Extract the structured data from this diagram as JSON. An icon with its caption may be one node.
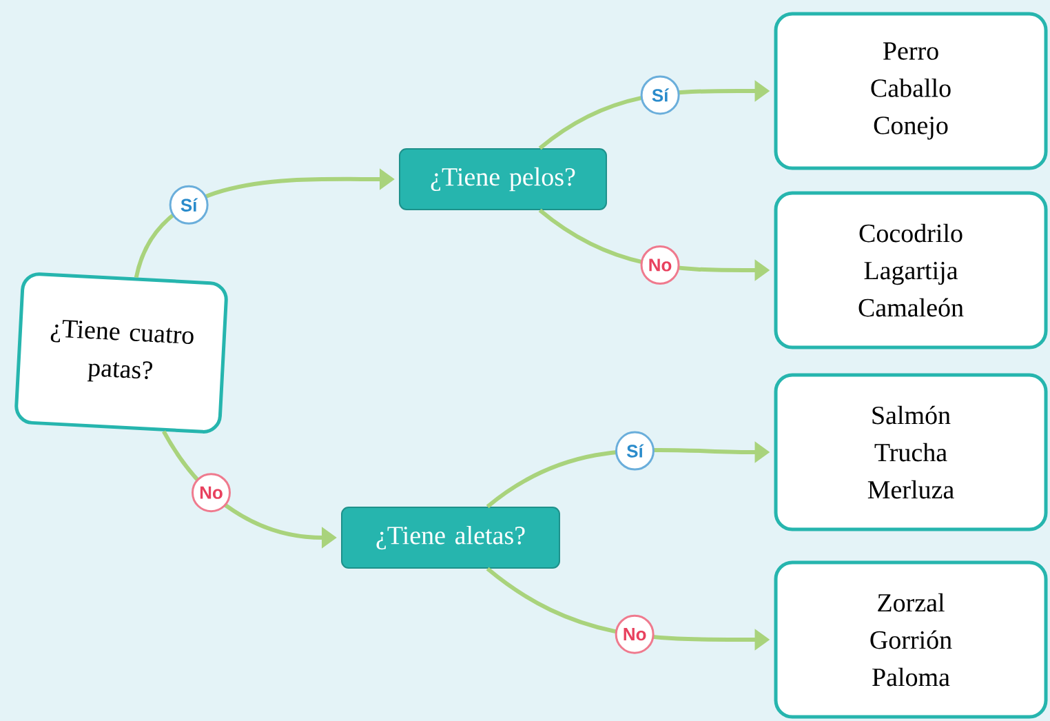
{
  "diagram": {
    "nodes": [
      {
        "text": [
          "¿Tiene cuatro patas?"
        ]
      },
      {
        "text": [
          "¿Tiene pelos?"
        ]
      },
      {
        "text": [
          "¿Tiene aletas?"
        ]
      },
      {
        "text": [
          "Perro",
          "Caballo",
          "Conejo"
        ]
      },
      {
        "text": [
          "Cocodrilo",
          "Lagartija",
          "Camaleón"
        ]
      },
      {
        "text": [
          "Salmón",
          "Trucha",
          "Merluza"
        ]
      },
      {
        "text": [
          "Zorzal",
          "Gorrión",
          "Paloma"
        ]
      }
    ],
    "edges": [
      {
        "from": 0,
        "to": 1,
        "arrow": "to",
        "label": "Sí"
      },
      {
        "from": 0,
        "to": 2,
        "arrow": "to",
        "label": "No"
      },
      {
        "from": 1,
        "to": 3,
        "arrow": "to",
        "label": "Sí"
      },
      {
        "from": 1,
        "to": 4,
        "arrow": "to",
        "label": "No"
      },
      {
        "from": 2,
        "to": 5,
        "arrow": "to",
        "label": "Sí"
      },
      {
        "from": 2,
        "to": 6,
        "arrow": "to",
        "label": "No"
      }
    ]
  }
}
